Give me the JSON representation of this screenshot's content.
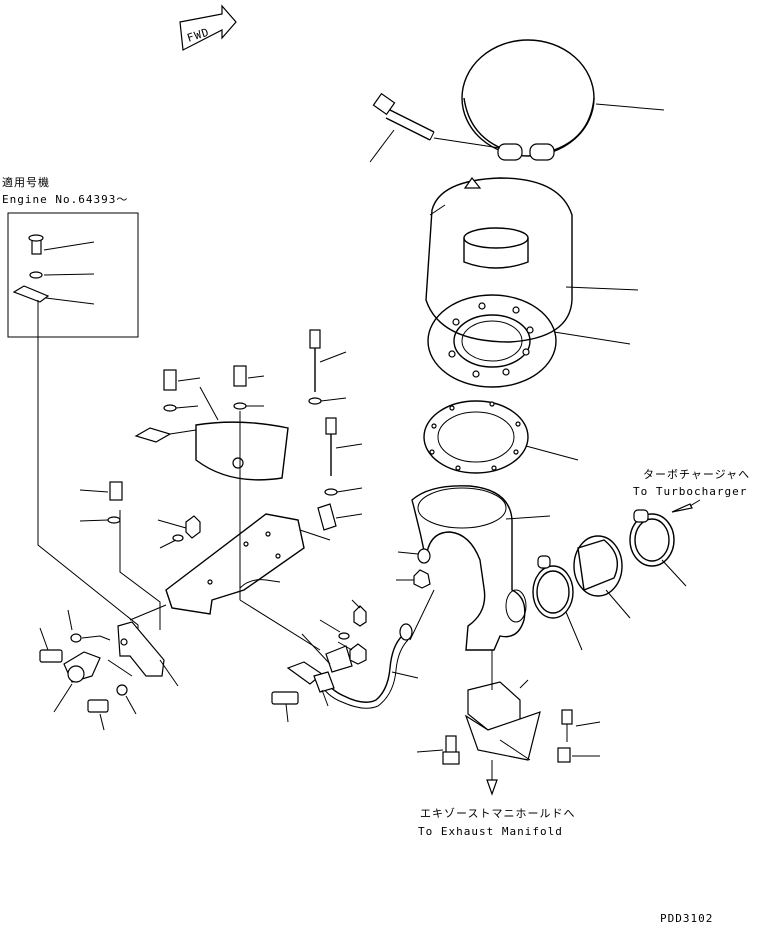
{
  "direction_arrow": {
    "label": "FWD"
  },
  "applicability_note": {
    "line1": "適用号機",
    "line2": "Engine No.64393〜"
  },
  "annotations": {
    "turbocharger_ja": "ターボチャージャへ",
    "turbocharger_en": "To Turbocharger",
    "exhaust_ja": "エキゾーストマニホールドへ",
    "exhaust_en": "To Exhaust Manifold"
  },
  "drawing_code": "PDD3102"
}
